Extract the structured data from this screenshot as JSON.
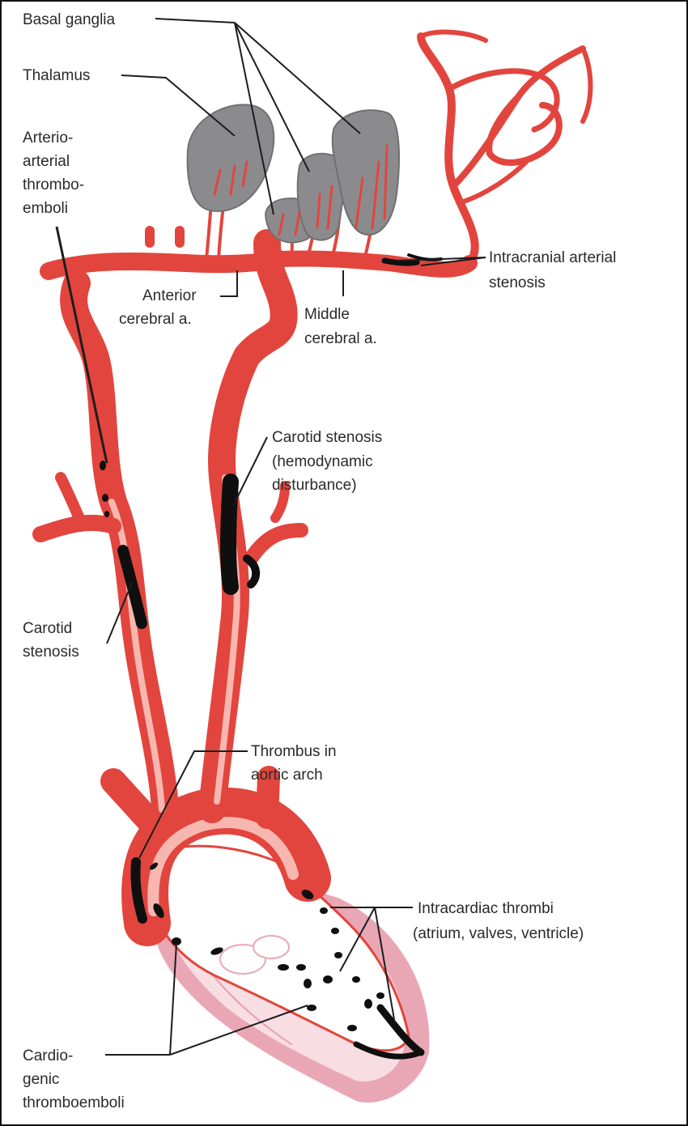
{
  "colors": {
    "artery": "#e2453d",
    "artery_dark": "#a32b26",
    "artery_light": "#f7b7b0",
    "heart": "#e9a7b5",
    "heart_light": "#f8dde3",
    "ganglia": "#8b8b8e",
    "thrombus": "#0f0f0f",
    "text": "#2a2a2a"
  },
  "labels": {
    "basal_ganglia": "Basal ganglia",
    "thalamus": "Thalamus",
    "arterio_1": "Arterio-",
    "arterio_2": "arterial",
    "arterio_3": "thrombo-",
    "arterio_4": "emboli",
    "intracranial_1": "Intracranial arterial",
    "intracranial_2": "stenosis",
    "anterior_1": "Anterior",
    "anterior_2": "cerebral a.",
    "middle_1": "Middle",
    "middle_2": "cerebral a.",
    "carotid_hemo_1": "Carotid stenosis",
    "carotid_hemo_2": "(hemodynamic",
    "carotid_hemo_3": "disturbance)",
    "carotid_left_1": "Carotid",
    "carotid_left_2": "stenosis",
    "thrombus_arch_1": "Thrombus in",
    "thrombus_arch_2": "aortic arch",
    "intracardiac_1": "Intracardiac thrombi",
    "intracardiac_2": "(atrium, valves, ventricle)",
    "cardio_1": "Cardio-",
    "cardio_2": "genic",
    "cardio_3": "thromboemboli"
  }
}
